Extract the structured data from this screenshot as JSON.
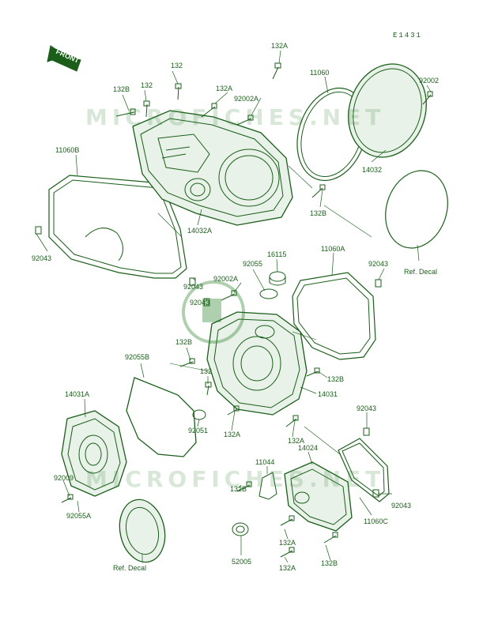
{
  "diagram_code": "E1431",
  "watermark": "MICROFICHES.NET",
  "front_arrow": "FRONT",
  "colors": {
    "line": "#1a5e1a",
    "fill": "#d8ead8",
    "orange": "#e07a2a"
  },
  "labels": {
    "l132A_top": "132A",
    "l132_a": "132",
    "l132B_a": "132B",
    "l132_b": "132",
    "l132A_b": "132A",
    "l92002A_a": "92002A",
    "l11060": "11060",
    "l92002": "92002",
    "l11060B": "11060B",
    "l14032": "14032",
    "l132B_b": "132B",
    "l92043_a": "92043",
    "l14032A": "14032A",
    "l16115": "16115",
    "l11060A": "11060A",
    "l92043_b": "92043",
    "l92055": "92055",
    "l92043_c": "92043",
    "l92002A_b": "92002A",
    "l92043_d": "92043",
    "lRefDecal_a": "Ref. Decal",
    "l132B_c": "132B",
    "l92055B": "92055B",
    "l132_c": "132",
    "l132B_d": "132B",
    "l14031": "14031",
    "l14031A": "14031A",
    "l92051": "92051",
    "l132A_c": "132A",
    "l132A_d": "132A",
    "l92043_e": "92043",
    "l11044": "11044",
    "l14024": "14024",
    "l92009": "92009",
    "l92055A": "92055A",
    "l132B_e": "132B",
    "l92043_f": "92043",
    "l11060C": "11060C",
    "l132A_e": "132A",
    "l52005": "52005",
    "l132A_f": "132A",
    "l132B_f": "132B",
    "lRefDecal_b": "Ref. Decal"
  }
}
